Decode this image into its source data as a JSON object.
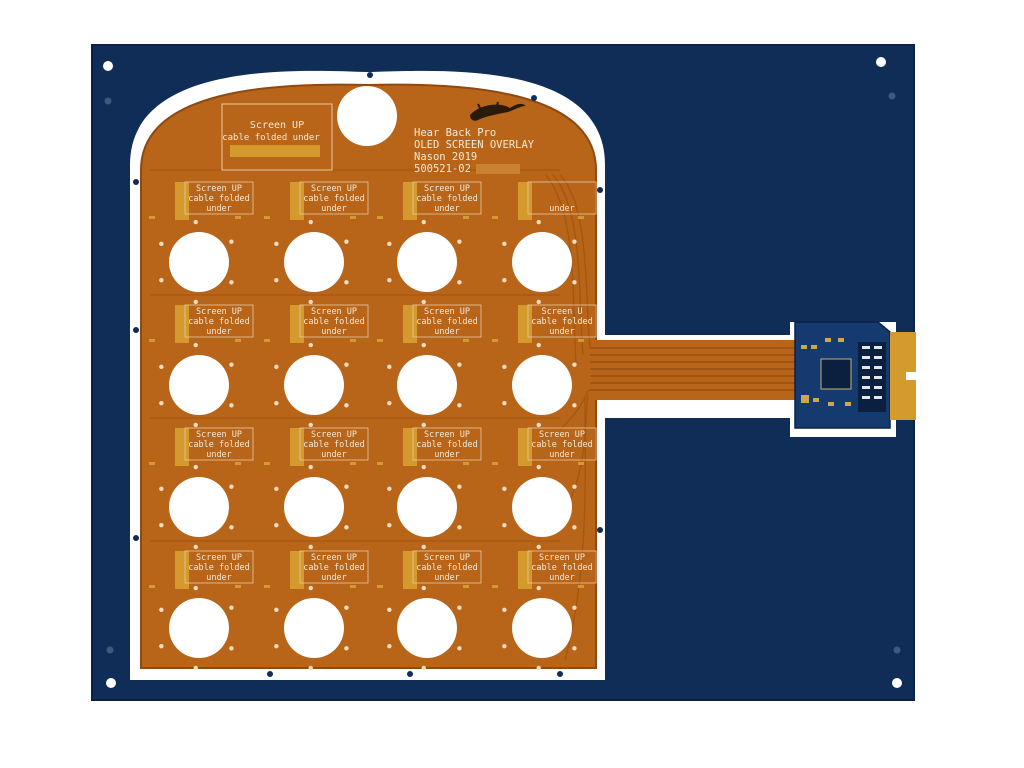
{
  "photo": {
    "colors": {
      "background": "#ffffff",
      "panel": "#0f2d57",
      "panel_edge": "#0a2246",
      "flex": "#b8651a",
      "flex_dark": "#8e4a10",
      "trace": "#a55712",
      "silkscreen": "#f4ead8",
      "gold": "#d49a2e",
      "hole": "#ffffff"
    },
    "title_block": {
      "line1": "Hear Back Pro",
      "line2": "OLED SCREEN OVERLAY",
      "line3": "Nason 2019",
      "line4": "500521-02"
    },
    "top_label": {
      "line1": "Screen UP",
      "line2": "cable folded under"
    },
    "cells": [
      {
        "l1": "Screen UP",
        "l2": "cable folded",
        "l3": "under"
      },
      {
        "l1": "Screen UP",
        "l2": "cable folded",
        "l3": "under"
      },
      {
        "l1": "Screen UP",
        "l2": "cable folded",
        "l3": "under"
      },
      {
        "l1": "",
        "l2": "",
        "l3": "under"
      },
      {
        "l1": "Screen UP",
        "l2": "cable folded",
        "l3": "under"
      },
      {
        "l1": "Screen UP",
        "l2": "cable folded",
        "l3": "under"
      },
      {
        "l1": "Screen UP",
        "l2": "cable folded",
        "l3": "under"
      },
      {
        "l1": "Screen U",
        "l2": "cable folded",
        "l3": "under"
      },
      {
        "l1": "Screen UP",
        "l2": "cable folded",
        "l3": "under"
      },
      {
        "l1": "Screen UP",
        "l2": "cable folded",
        "l3": "under"
      },
      {
        "l1": "Screen UP",
        "l2": "cable folded",
        "l3": "under"
      },
      {
        "l1": "Screen UP",
        "l2": "cable folded",
        "l3": "under"
      },
      {
        "l1": "Screen UP",
        "l2": "cable folded",
        "l3": "under"
      },
      {
        "l1": "Screen UP",
        "l2": "cable folded",
        "l3": "under"
      },
      {
        "l1": "Screen UP",
        "l2": "cable folded",
        "l3": "under"
      },
      {
        "l1": "Screen UP",
        "l2": "cable folded",
        "l3": "under"
      }
    ]
  }
}
